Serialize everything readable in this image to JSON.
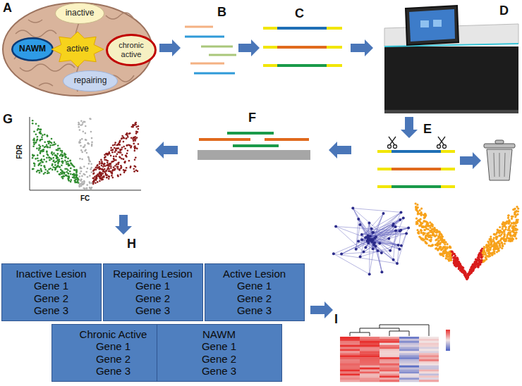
{
  "diagram": {
    "nodes": [
      {
        "text": [
          "inactive"
        ]
      },
      {
        "text": [
          "NAWM"
        ]
      },
      {
        "text": [
          "active"
        ]
      },
      {
        "text": [
          "chronic active"
        ]
      },
      {
        "text": [
          "repairing"
        ]
      },
      {
        "text": [
          "Inactive Lesion",
          "Gene 1",
          "Gene 2",
          "Gene 3"
        ]
      },
      {
        "text": [
          "Repairing Lesion",
          "Gene 1",
          "Gene 2",
          "Gene 3"
        ]
      },
      {
        "text": [
          "Active Lesion",
          "Gene 1",
          "Gene 2",
          "Gene 3"
        ]
      },
      {
        "text": [
          "Chronic Active",
          "Gene 1",
          "Gene 2",
          "Gene 3"
        ]
      },
      {
        "text": [
          "NAWM",
          "Gene 1",
          "Gene 2",
          "Gene 3"
        ]
      }
    ],
    "labels": [
      "A",
      "B",
      "C",
      "D",
      "E",
      "F",
      "G",
      "FDR",
      "FC",
      "H",
      "I"
    ]
  }
}
